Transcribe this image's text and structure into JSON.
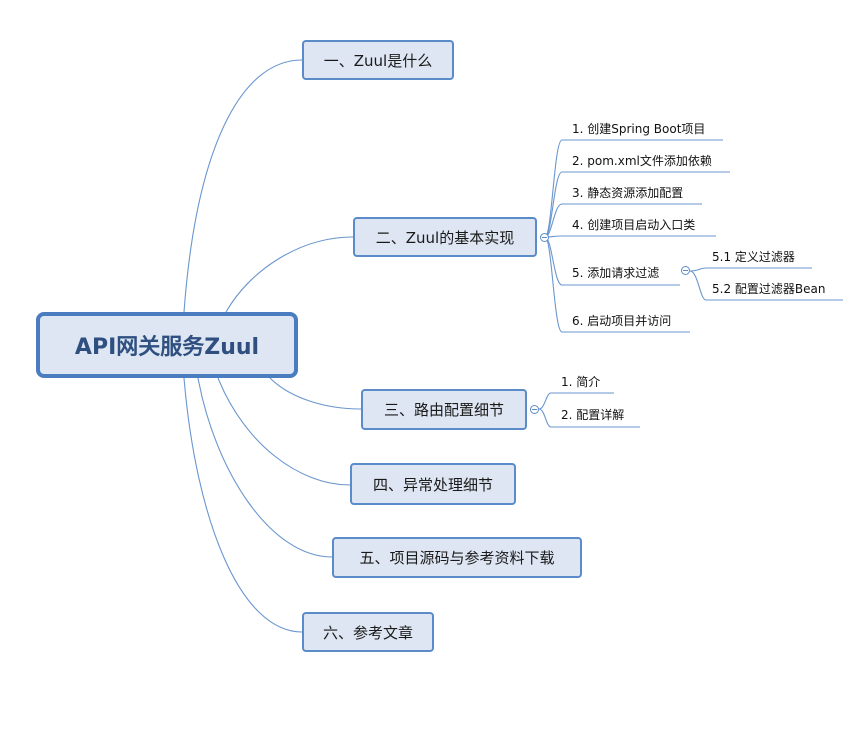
{
  "root": {
    "label": "API网关服务Zuul"
  },
  "topics": [
    {
      "label": "一、Zuul是什么"
    },
    {
      "label": "二、Zuul的基本实现",
      "children": [
        {
          "label": "1. 创建Spring Boot项目"
        },
        {
          "label": "2. pom.xml文件添加依赖"
        },
        {
          "label": "3. 静态资源添加配置"
        },
        {
          "label": "4. 创建项目启动入口类"
        },
        {
          "label": "5. 添加请求过滤",
          "children": [
            {
              "label": "5.1 定义过滤器"
            },
            {
              "label": "5.2 配置过滤器Bean"
            }
          ]
        },
        {
          "label": "6. 启动项目并访问"
        }
      ]
    },
    {
      "label": "三、路由配置细节",
      "children": [
        {
          "label": "1. 简介"
        },
        {
          "label": "2. 配置详解"
        }
      ]
    },
    {
      "label": "四、异常处理细节"
    },
    {
      "label": "五、项目源码与参考资料下载"
    },
    {
      "label": "六、参考文章"
    }
  ],
  "colors": {
    "line": "#6a96cf",
    "topic_fill": "#dde6f2",
    "root_border": "#4a7cc0",
    "root_text": "#2f4f80"
  }
}
